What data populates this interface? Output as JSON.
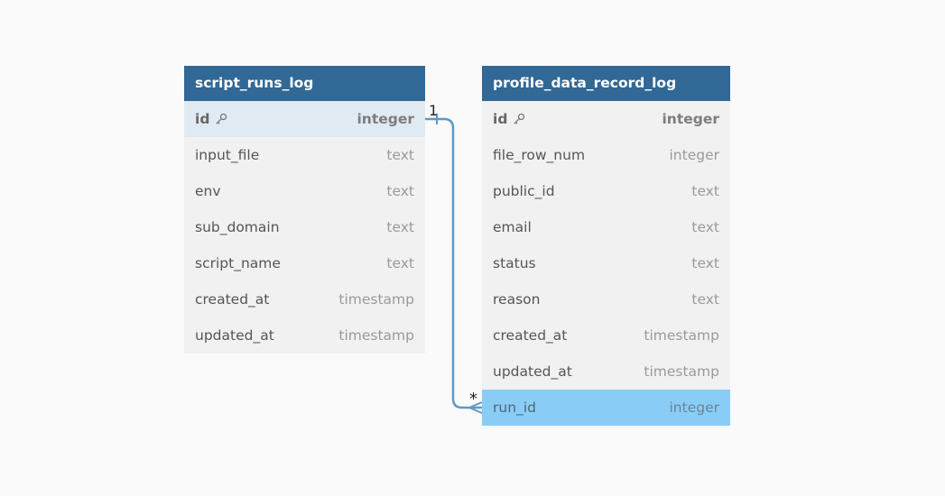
{
  "tables": [
    {
      "name": "script_runs_log",
      "fields": [
        {
          "name": "id",
          "type": "integer",
          "pk": true
        },
        {
          "name": "input_file",
          "type": "text"
        },
        {
          "name": "env",
          "type": "text"
        },
        {
          "name": "sub_domain",
          "type": "text"
        },
        {
          "name": "script_name",
          "type": "text"
        },
        {
          "name": "created_at",
          "type": "timestamp"
        },
        {
          "name": "updated_at",
          "type": "timestamp"
        }
      ]
    },
    {
      "name": "profile_data_record_log",
      "fields": [
        {
          "name": "id",
          "type": "integer",
          "pk": true
        },
        {
          "name": "file_row_num",
          "type": "integer"
        },
        {
          "name": "public_id",
          "type": "text"
        },
        {
          "name": "email",
          "type": "text"
        },
        {
          "name": "status",
          "type": "text"
        },
        {
          "name": "reason",
          "type": "text"
        },
        {
          "name": "created_at",
          "type": "timestamp"
        },
        {
          "name": "updated_at",
          "type": "timestamp"
        },
        {
          "name": "run_id",
          "type": "integer"
        }
      ]
    }
  ],
  "relationship": {
    "from_cardinality": "1",
    "to_cardinality": "*",
    "color": "#5b9bc8"
  },
  "colors": {
    "header": "#316896",
    "background": "#fafafa",
    "highlight_light": "#dfeaf2",
    "highlight_strong": "#89cdf7"
  }
}
